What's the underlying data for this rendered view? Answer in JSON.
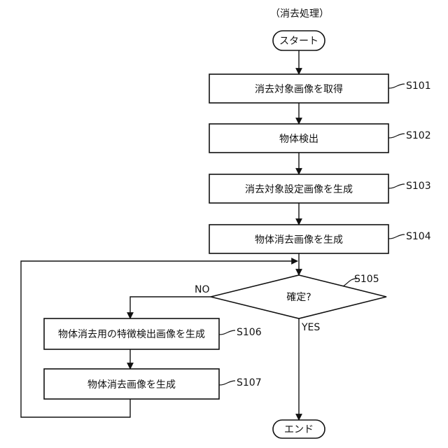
{
  "title": "（消去処理）",
  "terminals": {
    "start": "スタート",
    "end": "エンド"
  },
  "steps": [
    {
      "id": "S101",
      "text": "消去対象画像を取得"
    },
    {
      "id": "S102",
      "text": "物体検出"
    },
    {
      "id": "S103",
      "text": "消去対象設定画像を生成"
    },
    {
      "id": "S104",
      "text": "物体消去画像を生成"
    },
    {
      "id": "S106",
      "text": "物体消去用の特徴検出画像を生成"
    },
    {
      "id": "S107",
      "text": "物体消去画像を生成"
    }
  ],
  "decision": {
    "id": "S105",
    "text": "確定?",
    "yes_label": "YES",
    "no_label": "NO"
  }
}
